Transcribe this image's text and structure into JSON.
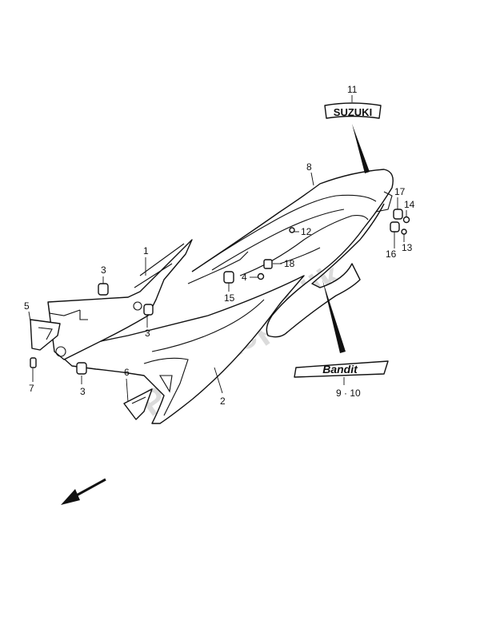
{
  "watermark": "PartsRepublik",
  "callouts": {
    "c1": "1",
    "c2": "2",
    "c3a": "3",
    "c3b": "3",
    "c3c": "3",
    "c4": "4",
    "c5": "5",
    "c6": "6",
    "c7": "7",
    "c8": "8",
    "c9_10": "9 · 10",
    "c11": "11",
    "c12": "12",
    "c13": "13",
    "c14": "14",
    "c15": "15",
    "c16": "16",
    "c17": "17",
    "c18": "18"
  },
  "emblem_text": "SUZUKI",
  "decal_text": "Bandit",
  "icons": {
    "direction": "front-direction-arrow-icon"
  }
}
